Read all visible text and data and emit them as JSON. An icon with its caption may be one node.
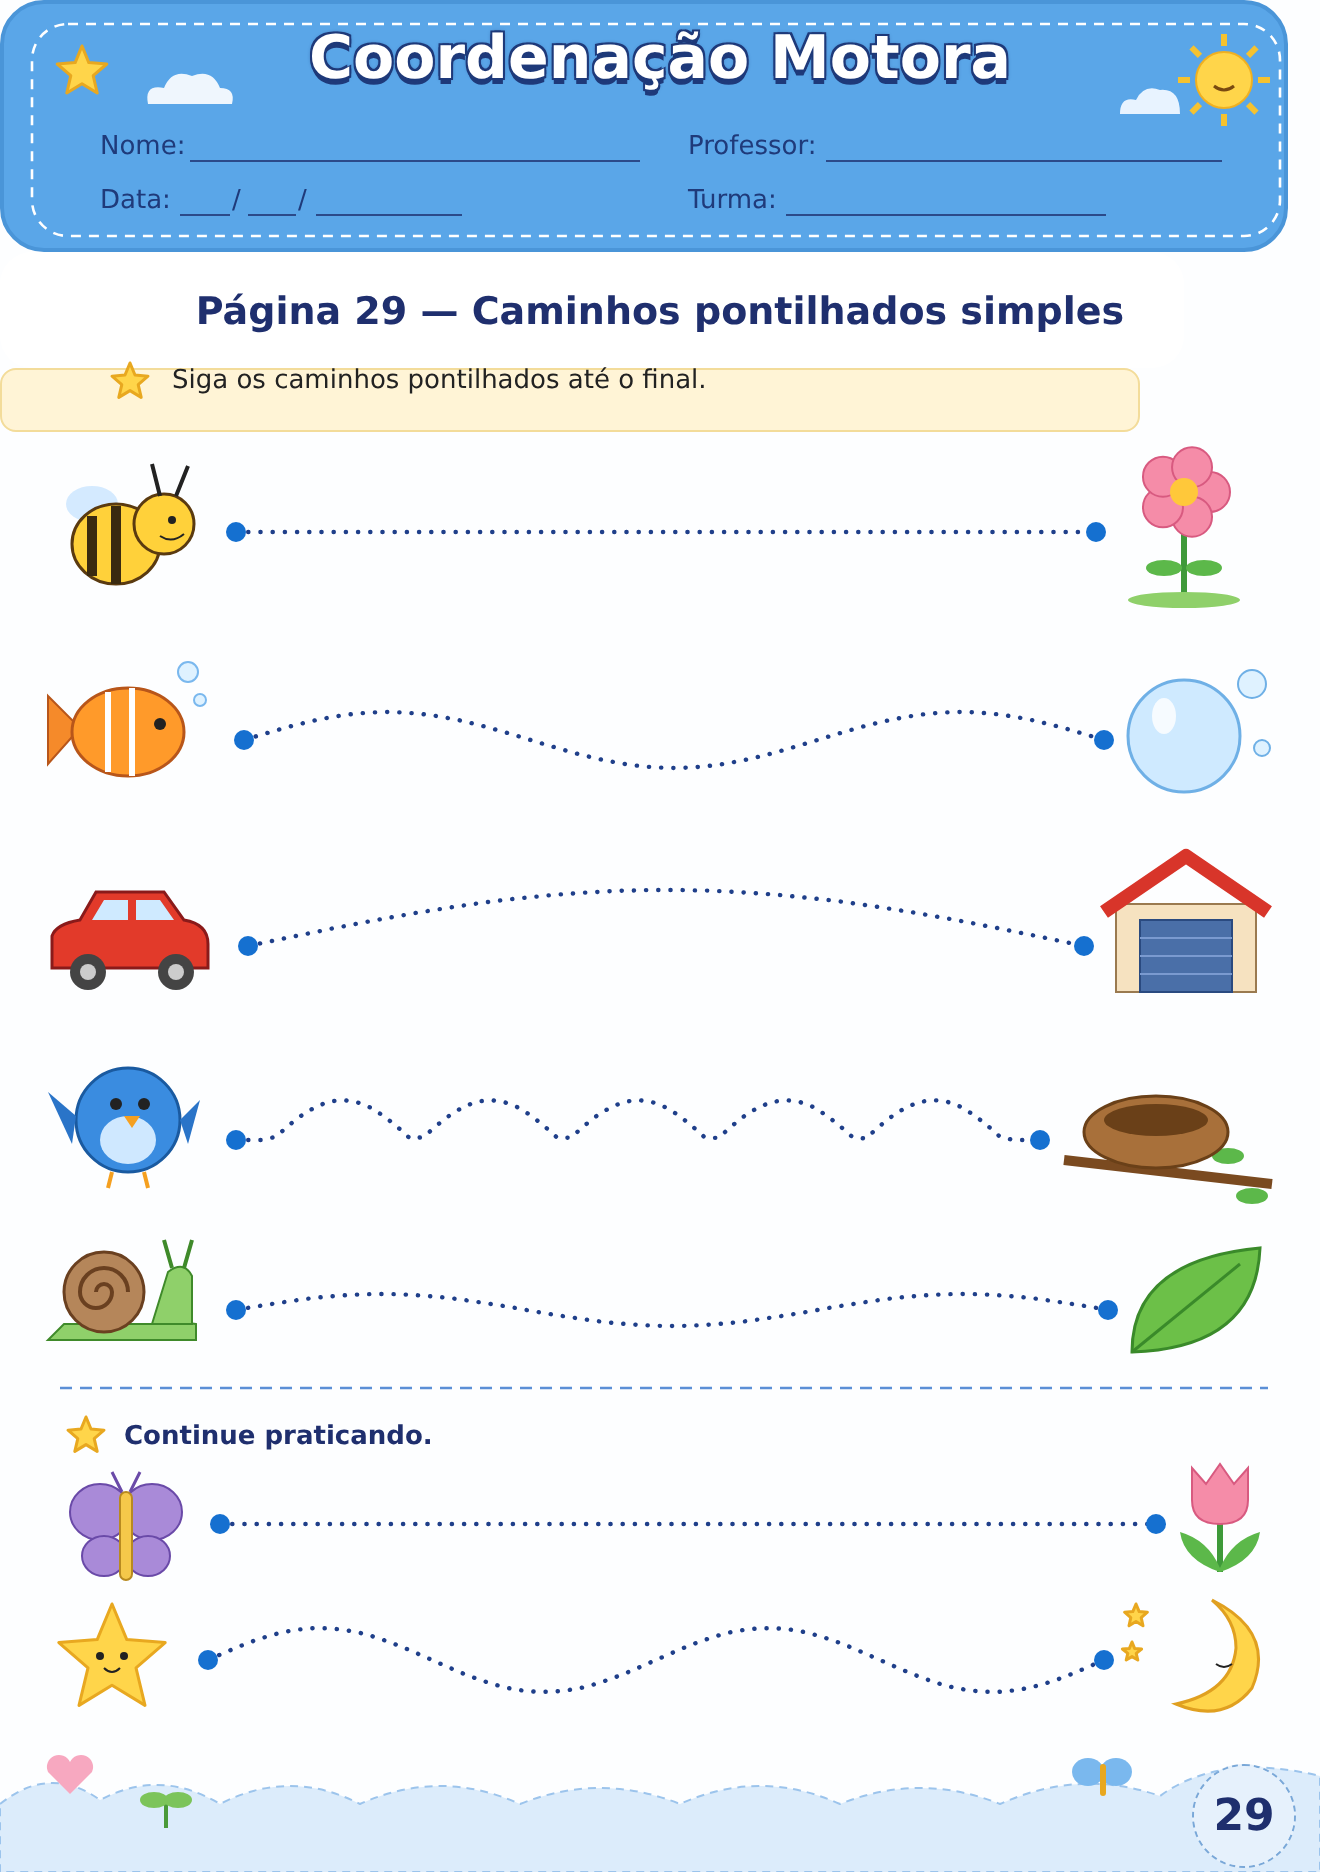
{
  "diagram": {
    "title": "Coordenação Motora",
    "nodes": [
      {
        "text": [],
        "shape": "picture"
      },
      {
        "text": [],
        "shape": "picture"
      },
      {
        "text": [],
        "shape": "picture"
      },
      {
        "text": [],
        "shape": "picture"
      },
      {
        "text": [],
        "shape": "picture"
      },
      {
        "text": [],
        "shape": "picture"
      },
      {
        "text": [],
        "shape": "picture"
      },
      {
        "text": [],
        "shape": "picture"
      },
      {
        "text": [],
        "shape": "picture"
      },
      {
        "text": [],
        "shape": "picture"
      },
      {
        "text": [],
        "shape": "picture"
      },
      {
        "text": [],
        "shape": "picture"
      },
      {
        "text": [],
        "shape": "picture"
      },
      {
        "text": [],
        "shape": "picture"
      }
    ],
    "edges": [
      {
        "from": 0,
        "to": 1,
        "arrow": "other",
        "style": "dashed"
      },
      {
        "from": 2,
        "to": 3,
        "arrow": "other",
        "style": "dashed"
      },
      {
        "from": 4,
        "to": 5,
        "arrow": "other",
        "style": "dashed"
      },
      {
        "from": 6,
        "to": 7,
        "arrow": "other",
        "style": "dashed"
      },
      {
        "from": 8,
        "to": 9,
        "arrow": "other",
        "style": "dashed"
      },
      {
        "from": 10,
        "to": 11,
        "arrow": "other",
        "style": "dashed"
      },
      {
        "from": 12,
        "to": 13,
        "arrow": "other",
        "style": "dashed"
      }
    ],
    "labels": [
      "Nome:",
      "Professor:",
      "Data:",
      "/",
      "/",
      "Turma:",
      "Página 29 — Caminhos pontilhados simples",
      "Siga os caminhos pontilhados até o final.",
      "Continue praticando.",
      "29"
    ]
  }
}
